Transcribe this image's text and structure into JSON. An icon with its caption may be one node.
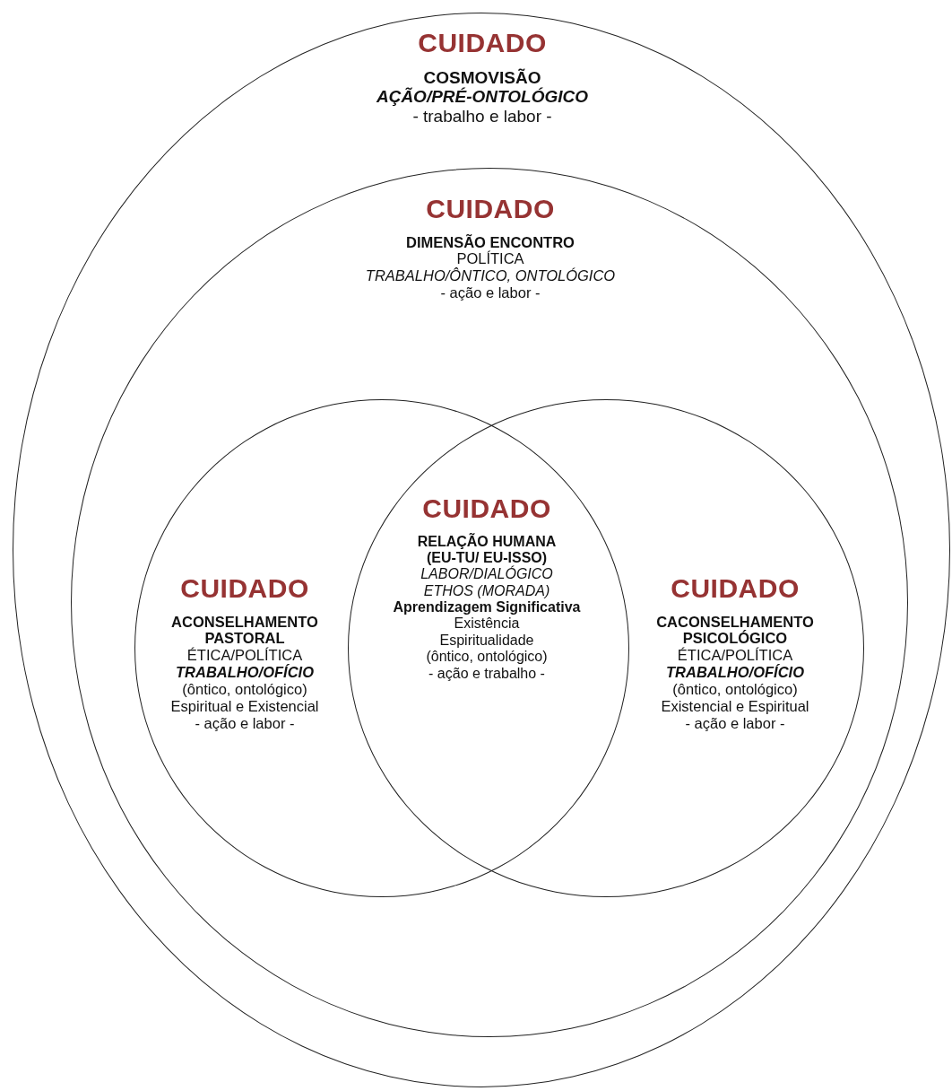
{
  "diagram": {
    "nodes": [
      {
        "text": [
          "CUIDADO",
          "COSMOVISÃO",
          "AÇÃO/PRÉ-ONTOLÓGICO",
          "- trabalho e labor -"
        ]
      },
      {
        "text": [
          "CUIDADO",
          "DIMENSÃO ENCONTRO",
          "POLÍTICA",
          "TRABALHO/ÔNTICO, ONTOLÓGICO",
          "- ação e labor -"
        ],
        "in": 0
      },
      {
        "text": [
          "CUIDADO",
          "ACONSELHAMENTO PASTORAL",
          "ÉTICA/POLÍTICA",
          "TRABALHO/OFÍCIO",
          "(ôntico, ontológico)",
          "Espiritual e Existencial",
          "- ação e labor -"
        ],
        "in": 1
      },
      {
        "text": [
          "CUIDADO",
          "RELAÇÃO  HUMANA (EU-TU/ EU-ISSO)",
          "LABOR/DIALÓGICO ETHOS (MORADA)",
          "Aprendizagem Significativa",
          "Existência",
          "Espiritualidade",
          "(ôntico, ontológico)",
          "- ação e trabalho -"
        ]
      },
      {
        "text": [
          "CUIDADO",
          "CACONSELHAMENTO PSICOLÓGICO",
          "ÉTICA/POLÍTICA",
          "TRABALHO/OFÍCIO",
          "(ôntico, ontológico)",
          "Existencial e Espiritual",
          "- ação e labor -"
        ],
        "in": 1
      }
    ],
    "edges": []
  }
}
